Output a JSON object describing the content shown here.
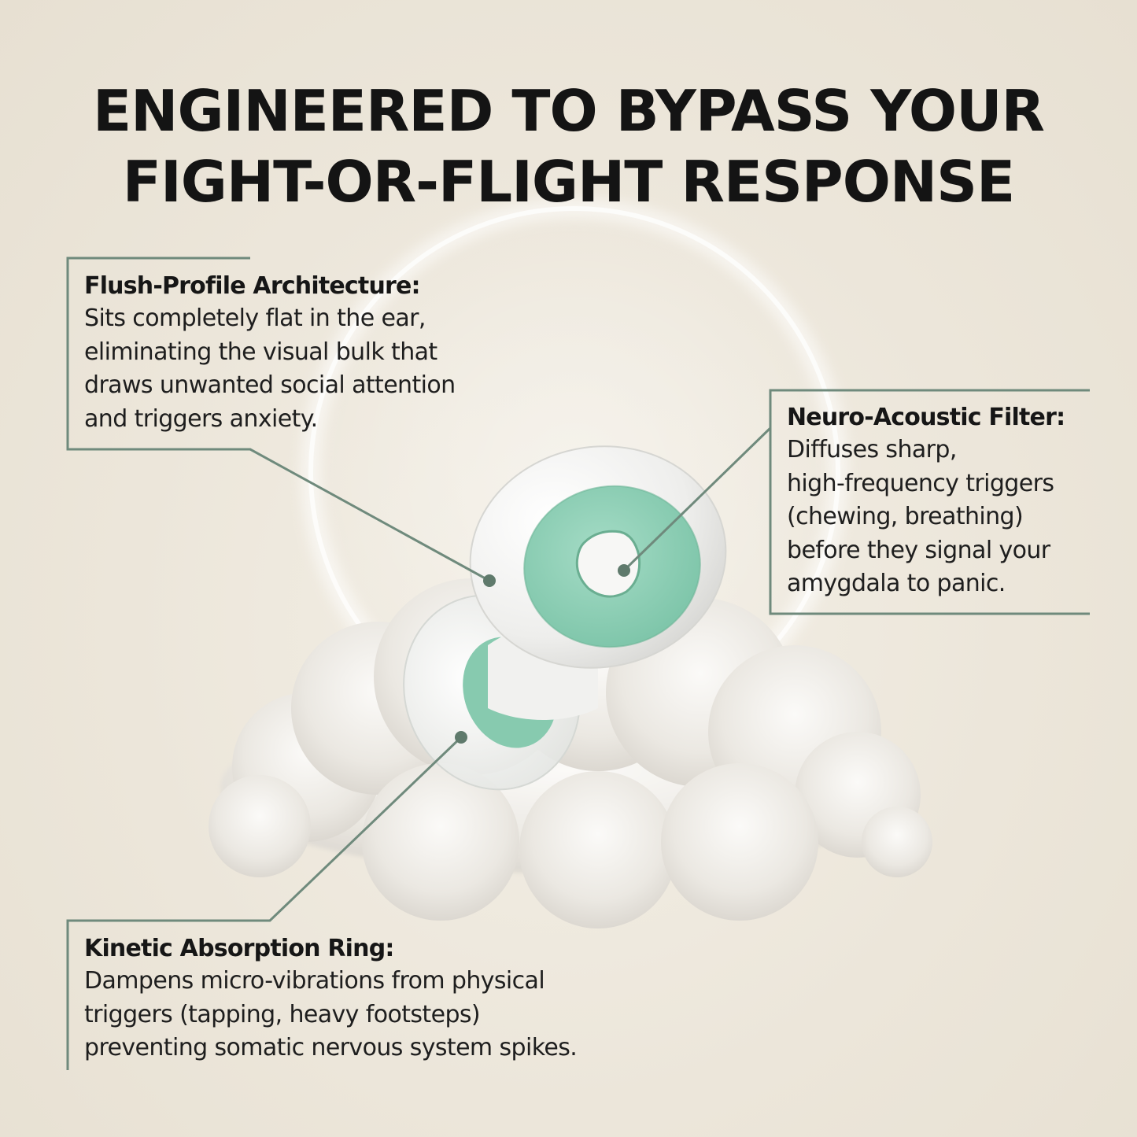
{
  "headline": {
    "line1": "ENGINEERED TO BYPASS YOUR",
    "line2": "FIGHT-OR-FLIGHT RESPONSE"
  },
  "callouts": {
    "flush": {
      "title": "Flush-Profile Architecture:",
      "body": [
        "Sits completely flat in the ear,",
        "eliminating the visual bulk that",
        "draws unwanted social attention",
        "and triggers anxiety."
      ]
    },
    "neuro": {
      "title": "Neuro-Acoustic Filter:",
      "body": [
        "Diffuses sharp,",
        "high-frequency triggers",
        "(chewing, breathing)",
        "before they signal your",
        "amygdala to panic."
      ]
    },
    "kinetic": {
      "title": "Kinetic Absorption Ring:",
      "body": [
        "Dampens micro-vibrations from physical",
        "triggers (tapping, heavy footsteps)",
        "preventing somatic nervous system spikes."
      ]
    }
  },
  "colors": {
    "background": "#ece6da",
    "accent_mint": "#8fd1b8",
    "leader_line": "#6f8a7c",
    "text": "#1a1a1a"
  }
}
